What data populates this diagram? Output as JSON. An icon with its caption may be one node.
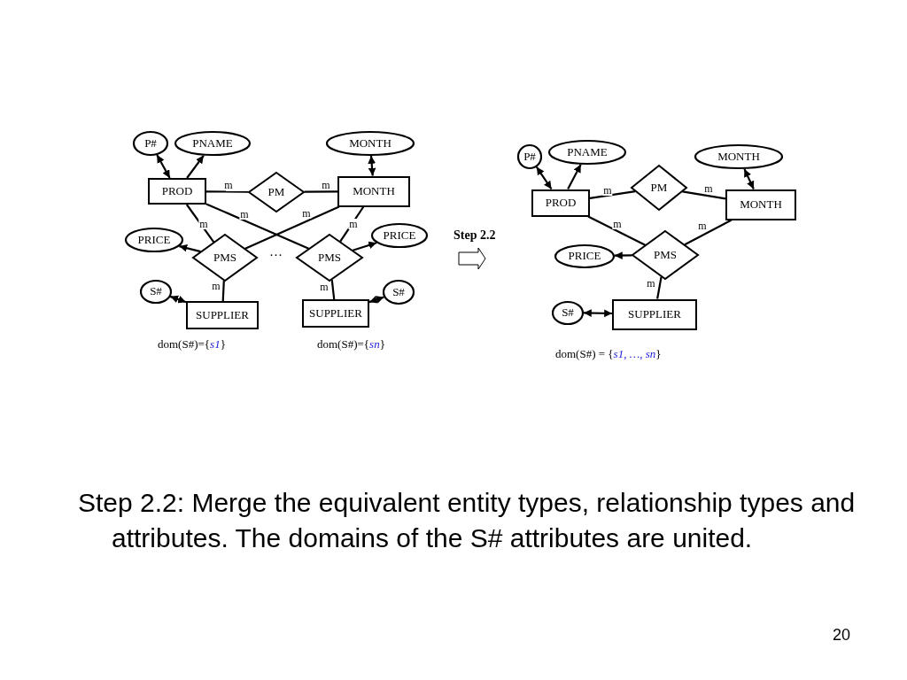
{
  "diagram": {
    "caption": "Step 2.2: Merge the equivalent entity types, relationship types and attributes. The domains of the S# attributes are united.",
    "nodes": [
      {
        "text": [
          "P#"
        ]
      },
      {
        "text": [
          "PNAME"
        ]
      },
      {
        "text": [
          "MONTH"
        ]
      },
      {
        "text": [
          "PROD"
        ]
      },
      {
        "text": [
          "PM"
        ]
      },
      {
        "text": [
          "MONTH"
        ]
      },
      {
        "text": [
          "PRICE"
        ]
      },
      {
        "text": [
          "PMS"
        ]
      },
      {
        "text": [
          "PMS"
        ]
      },
      {
        "text": [
          "PRICE"
        ]
      },
      {
        "text": [
          "S#"
        ]
      },
      {
        "text": [
          "S#"
        ]
      },
      {
        "text": [
          "SUPPLIER"
        ]
      },
      {
        "text": [
          "SUPPLIER"
        ]
      },
      {
        "text": [
          "P#"
        ]
      },
      {
        "text": [
          "PNAME"
        ]
      },
      {
        "text": [
          "MONTH"
        ]
      },
      {
        "text": [
          "PM"
        ]
      },
      {
        "text": [
          "PROD"
        ]
      },
      {
        "text": [
          "MONTH"
        ]
      },
      {
        "text": [
          "PRICE"
        ]
      },
      {
        "text": [
          "PMS"
        ]
      },
      {
        "text": [
          "S#"
        ]
      },
      {
        "text": [
          "SUPPLIER"
        ]
      }
    ],
    "edges": [
      {
        "from": 0,
        "to": 3,
        "arrow": "both"
      },
      {
        "from": 3,
        "to": 1,
        "arrow": "to"
      },
      {
        "from": 5,
        "to": 2,
        "arrow": "both"
      },
      {
        "from": 3,
        "to": 4,
        "arrow": "none",
        "label": "m"
      },
      {
        "from": 4,
        "to": 5,
        "arrow": "none",
        "label": "m"
      },
      {
        "from": 3,
        "to": 7,
        "arrow": "none",
        "label": "m"
      },
      {
        "from": 3,
        "to": 8,
        "arrow": "none",
        "label": "m"
      },
      {
        "from": 5,
        "to": 7,
        "arrow": "none",
        "label": "m"
      },
      {
        "from": 5,
        "to": 8,
        "arrow": "none",
        "label": "m"
      },
      {
        "from": 7,
        "to": 6,
        "arrow": "to"
      },
      {
        "from": 8,
        "to": 9,
        "arrow": "to"
      },
      {
        "from": 7,
        "to": 12,
        "arrow": "none",
        "label": "m"
      },
      {
        "from": 8,
        "to": 13,
        "arrow": "none",
        "label": "m"
      },
      {
        "from": 10,
        "to": 12,
        "arrow": "both"
      },
      {
        "from": 11,
        "to": 13,
        "arrow": "both"
      },
      {
        "from": 14,
        "to": 18,
        "arrow": "both"
      },
      {
        "from": 18,
        "to": 15,
        "arrow": "to"
      },
      {
        "from": 19,
        "to": 16,
        "arrow": "both"
      },
      {
        "from": 18,
        "to": 17,
        "arrow": "none",
        "label": "m"
      },
      {
        "from": 17,
        "to": 19,
        "arrow": "none",
        "label": "m"
      },
      {
        "from": 18,
        "to": 21,
        "arrow": "none",
        "label": "m"
      },
      {
        "from": 19,
        "to": 21,
        "arrow": "none",
        "label": "m"
      },
      {
        "from": 21,
        "to": 20,
        "arrow": "to"
      },
      {
        "from": 21,
        "to": 23,
        "arrow": "none",
        "label": "m"
      },
      {
        "from": 22,
        "to": 23,
        "arrow": "both"
      }
    ],
    "labels": [
      "Step 2.2",
      "…",
      "dom(S#)={*s1*}",
      "dom(S#)={*sn*}",
      "dom(S#) = {*s1, …, sn*}",
      "20"
    ]
  }
}
